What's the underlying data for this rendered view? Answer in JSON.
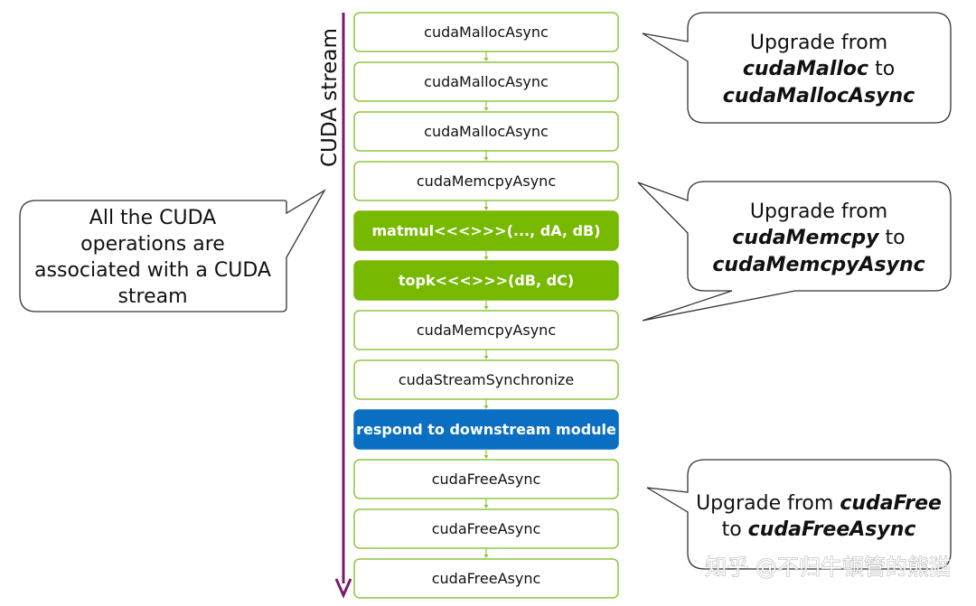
{
  "stream_label": "CUDA stream",
  "colors": {
    "stream_arrow": "#7a1a6c",
    "box_border": "#8dc63f",
    "box_fill": "#ffffff",
    "green_fill": "#76b900",
    "blue_fill": "#0a6fc2",
    "callout_border": "#333333",
    "connector": "#8dc63f"
  },
  "steps": [
    {
      "label": "cudaMallocAsync",
      "style": "plain"
    },
    {
      "label": "cudaMallocAsync",
      "style": "plain"
    },
    {
      "label": "cudaMallocAsync",
      "style": "plain"
    },
    {
      "label": "cudaMemcpyAsync",
      "style": "plain"
    },
    {
      "label": "matmul<<<>>>(..., dA, dB)",
      "style": "green"
    },
    {
      "label": "topk<<<>>>(dB, dC)",
      "style": "green"
    },
    {
      "label": "cudaMemcpyAsync",
      "style": "plain"
    },
    {
      "label": "cudaStreamSynchronize",
      "style": "plain"
    },
    {
      "label": "respond to downstream module",
      "style": "blue"
    },
    {
      "label": "cudaFreeAsync",
      "style": "plain"
    },
    {
      "label": "cudaFreeAsync",
      "style": "plain"
    },
    {
      "label": "cudaFreeAsync",
      "style": "plain"
    }
  ],
  "callouts": {
    "left": {
      "lines": [
        "All the CUDA",
        "operations are",
        "associated with a CUDA",
        "stream"
      ]
    },
    "malloc": {
      "line1": "Upgrade from",
      "line2_bold": "cudaMalloc",
      "line2_rest": " to",
      "line3_bold": "cudaMallocAsync"
    },
    "memcpy": {
      "line1": "Upgrade from",
      "line2_bold": "cudaMemcpy",
      "line2_rest": " to",
      "line3_bold": "cudaMemcpyAsync"
    },
    "free": {
      "line1_plain": "Upgrade from ",
      "line1_bold": "cudaFree",
      "line2_plain": "to ",
      "line2_bold": "cudaFreeAsync"
    }
  },
  "watermark": "知乎 @不归牛顿管的熊猫"
}
